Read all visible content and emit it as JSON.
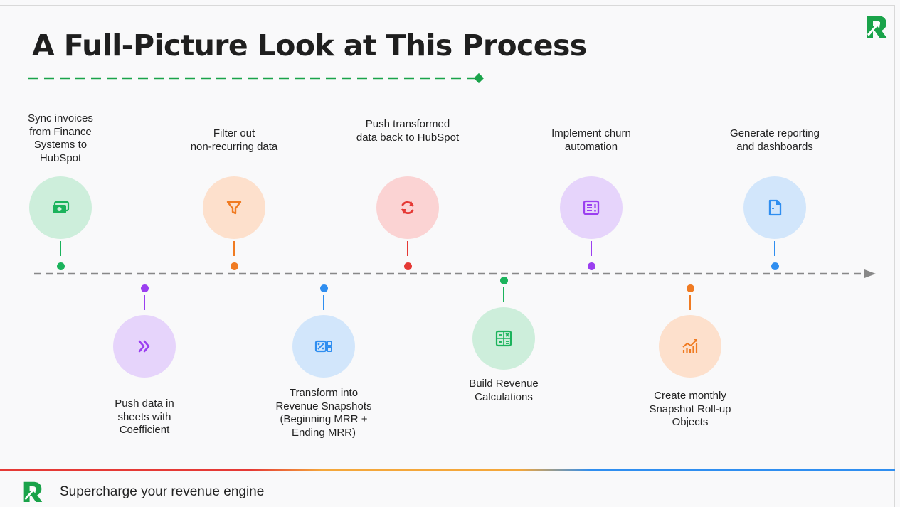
{
  "slide": {
    "title": "A Full-Picture Look at This Process",
    "footer_tagline": "Supercharge your revenue engine",
    "colors": {
      "accent_green": "#1aa34a",
      "green": "#1bb35c",
      "purple": "#9b3ff0",
      "orange": "#f07b22",
      "blue": "#2f8ef0",
      "red": "#e53935",
      "axis": "#888888"
    }
  },
  "steps": [
    {
      "label": "Sync invoices\nfrom Finance\nSystems to\nHubSpot",
      "icon": "money-icon",
      "color": "#1bb35c",
      "bg": "#cdeedb",
      "position": "top"
    },
    {
      "label": "Push data in\nsheets with\nCoefficient",
      "icon": "double-chevron-right-icon",
      "color": "#9b3ff0",
      "bg": "#e6d4fb",
      "position": "bottom"
    },
    {
      "label": "Filter out\nnon-recurring data",
      "icon": "filter-icon",
      "color": "#f07b22",
      "bg": "#fde0cc",
      "position": "top"
    },
    {
      "label": "Transform into\nRevenue Snapshots\n(Beginning MRR +\nEnding MRR)",
      "icon": "calculator-percent-icon",
      "color": "#2f8ef0",
      "bg": "#d2e6fb",
      "position": "bottom"
    },
    {
      "label": "Push transformed\ndata back to HubSpot",
      "icon": "refresh-icon",
      "color": "#e53935",
      "bg": "#fbd3d3",
      "position": "top"
    },
    {
      "label": "Build Revenue\nCalculations",
      "icon": "calculator-icon",
      "color": "#1bb35c",
      "bg": "#cdeedb",
      "position": "bottom"
    },
    {
      "label": "Implement churn\nautomation",
      "icon": "alert-panel-icon",
      "color": "#9b3ff0",
      "bg": "#e6d4fb",
      "position": "top"
    },
    {
      "label": "Create monthly\nSnapshot Roll-up\nObjects",
      "icon": "chart-trend-icon",
      "color": "#f07b22",
      "bg": "#fde0cc",
      "position": "bottom"
    },
    {
      "label": "Generate reporting\nand dashboards",
      "icon": "document-icon",
      "color": "#2f8ef0",
      "bg": "#d2e6fb",
      "position": "top"
    }
  ]
}
